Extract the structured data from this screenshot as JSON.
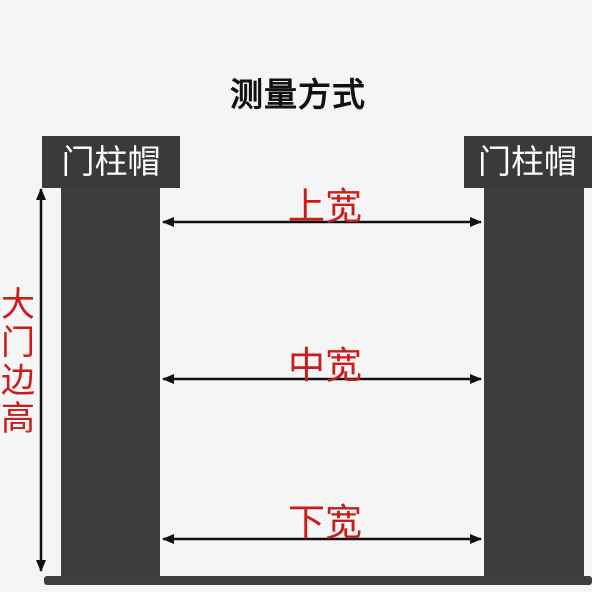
{
  "title": "测量方式",
  "post_cap_left": "门柱帽",
  "post_cap_right": "门柱帽",
  "widths": {
    "top": "上宽",
    "middle": "中宽",
    "bottom": "下宽"
  },
  "height_label": [
    "大",
    "门",
    "边",
    "高"
  ],
  "colors": {
    "background": "#f5f5f5",
    "post": "#3d3d3d",
    "label_red": "#cc1b1b",
    "arrow": "#111111"
  }
}
